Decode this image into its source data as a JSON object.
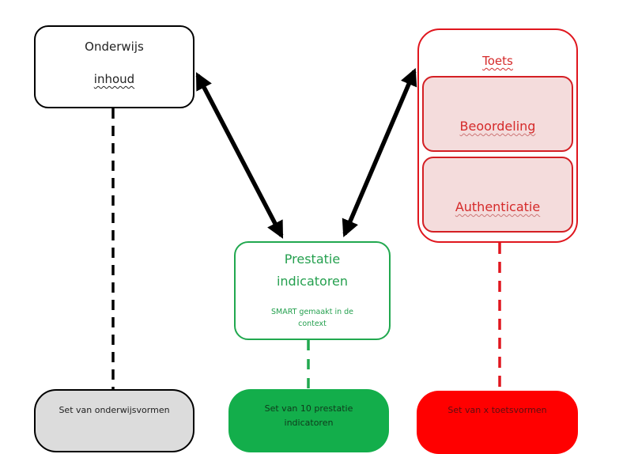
{
  "diagram": {
    "nodes": {
      "onderwijs_inhoud": {
        "line1": "Onderwijs",
        "line2": "inhoud",
        "border_color": "#000000"
      },
      "toets": {
        "title": "Toets",
        "border_color": "#e0161e",
        "children": [
          {
            "label": "Beoordeling",
            "fill": "#f4dcdc"
          },
          {
            "label": "Authenticatie",
            "fill": "#f4dcdc"
          }
        ]
      },
      "prestatie_indicatoren": {
        "line1": "Prestatie",
        "line2": "indicatoren",
        "subtitle": "SMART gemaakt in de context",
        "border_color": "#21a84f"
      },
      "set_onderwijsvormen": {
        "label": "Set van onderwijsvormen",
        "fill": "#dcdcdc"
      },
      "set_prestatie": {
        "label": "Set van 10 prestatie indicatoren",
        "fill": "#13ae4b"
      },
      "set_toetsvormen": {
        "label": "Set van x toetsvormen",
        "fill": "#ff0000"
      }
    },
    "edges": [
      {
        "from": "onderwijs_inhoud",
        "to": "prestatie_indicatoren",
        "style": "double-arrow",
        "color": "#000000"
      },
      {
        "from": "toets",
        "to": "prestatie_indicatoren",
        "style": "double-arrow",
        "color": "#000000"
      },
      {
        "from": "onderwijs_inhoud",
        "to": "set_onderwijsvormen",
        "style": "dashed",
        "color": "#000000"
      },
      {
        "from": "prestatie_indicatoren",
        "to": "set_prestatie",
        "style": "dashed",
        "color": "#21a84f"
      },
      {
        "from": "toets",
        "to": "set_toetsvormen",
        "style": "dashed",
        "color": "#e0161e"
      }
    ]
  }
}
